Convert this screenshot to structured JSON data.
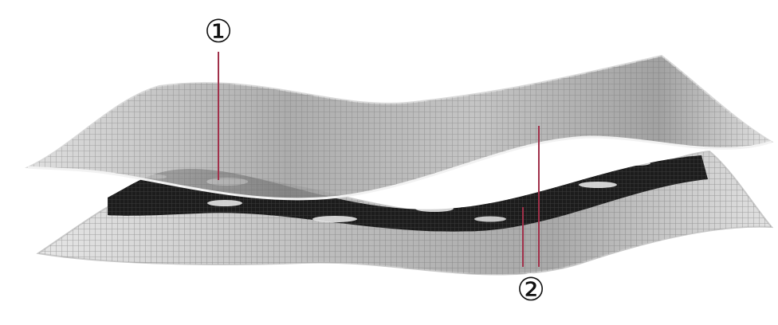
{
  "callouts": [
    {
      "id": "1",
      "label": "①"
    },
    {
      "id": "2",
      "label": "②"
    }
  ],
  "colors": {
    "leader_line": "#a0304a",
    "sheet_light": "#e4e4e4",
    "sheet_mid": "#9a9a9a",
    "sheet_dark": "#4a4a4a",
    "core": "#1c1c1c",
    "background": "#ffffff"
  }
}
